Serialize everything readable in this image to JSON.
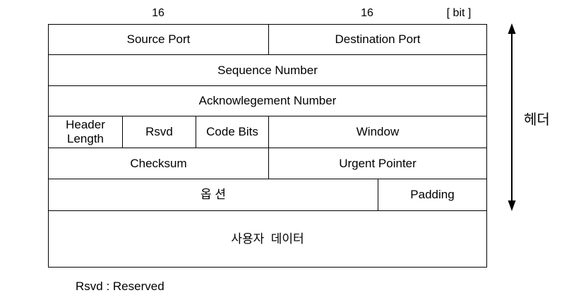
{
  "top_labels": {
    "left_bits": "16",
    "right_bits": "16",
    "unit": "[ bit ]"
  },
  "table": {
    "rows": [
      {
        "name": "ports",
        "cells": [
          {
            "label": "Source Port"
          },
          {
            "label": "Destination Port"
          }
        ]
      },
      {
        "name": "sequence",
        "cells": [
          {
            "label": "Sequence Number"
          }
        ]
      },
      {
        "name": "acknowledgement",
        "cells": [
          {
            "label": "Acknowlegement Number"
          }
        ]
      },
      {
        "name": "flags",
        "cells": [
          {
            "label": "Header Length"
          },
          {
            "label": "Rsvd"
          },
          {
            "label": "Code Bits"
          },
          {
            "label": "Window"
          }
        ]
      },
      {
        "name": "checksum",
        "cells": [
          {
            "label": "Checksum"
          },
          {
            "label": "Urgent Pointer"
          }
        ]
      },
      {
        "name": "options",
        "cells": [
          {
            "label": "옵 션"
          },
          {
            "label": "Padding"
          }
        ]
      },
      {
        "name": "user-data",
        "cells": [
          {
            "label": "사용자  데이터"
          }
        ]
      }
    ]
  },
  "annotations": {
    "header_label": "헤더",
    "footnote": "Rsvd : Reserved"
  },
  "colors": {
    "line": "#000000",
    "background": "#ffffff",
    "text": "#000000"
  }
}
